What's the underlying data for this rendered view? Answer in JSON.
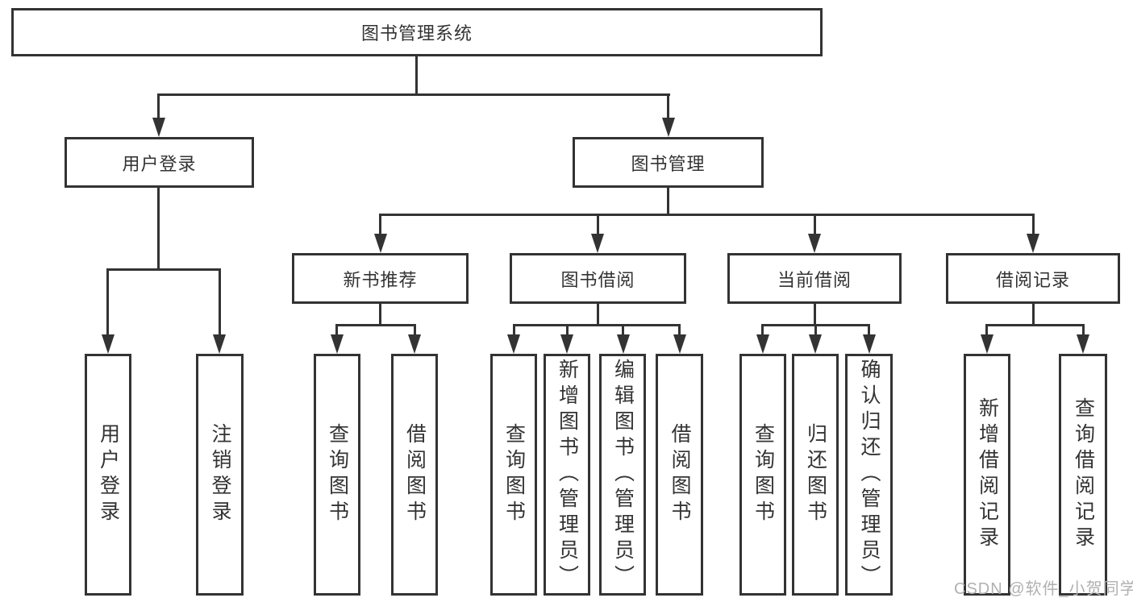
{
  "root": {
    "label": "图书管理系统"
  },
  "branches": [
    {
      "label": "用户登录",
      "leaves": [
        {
          "label": "用户登录"
        },
        {
          "label": "注销登录"
        }
      ]
    },
    {
      "label": "图书管理",
      "groups": [
        {
          "label": "新书推荐",
          "leaves": [
            {
              "label": "查询图书"
            },
            {
              "label": "借阅图书"
            }
          ]
        },
        {
          "label": "图书借阅",
          "leaves": [
            {
              "label": "查询图书"
            },
            {
              "label": "新增图书（管理员）"
            },
            {
              "label": "编辑图书（管理员）"
            },
            {
              "label": "借阅图书"
            }
          ]
        },
        {
          "label": "当前借阅",
          "leaves": [
            {
              "label": "查询图书"
            },
            {
              "label": "归还图书"
            },
            {
              "label": "确认归还（管理员）"
            }
          ]
        },
        {
          "label": "借阅记录",
          "leaves": [
            {
              "label": "新增借阅记录"
            },
            {
              "label": "查询借阅记录"
            }
          ]
        }
      ]
    }
  ],
  "watermark": {
    "text": "CSDN @软件_小贺同学"
  },
  "colors": {
    "line": "#333333",
    "text": "#333333",
    "watermark": "#b0b0b0",
    "background": "#ffffff"
  }
}
